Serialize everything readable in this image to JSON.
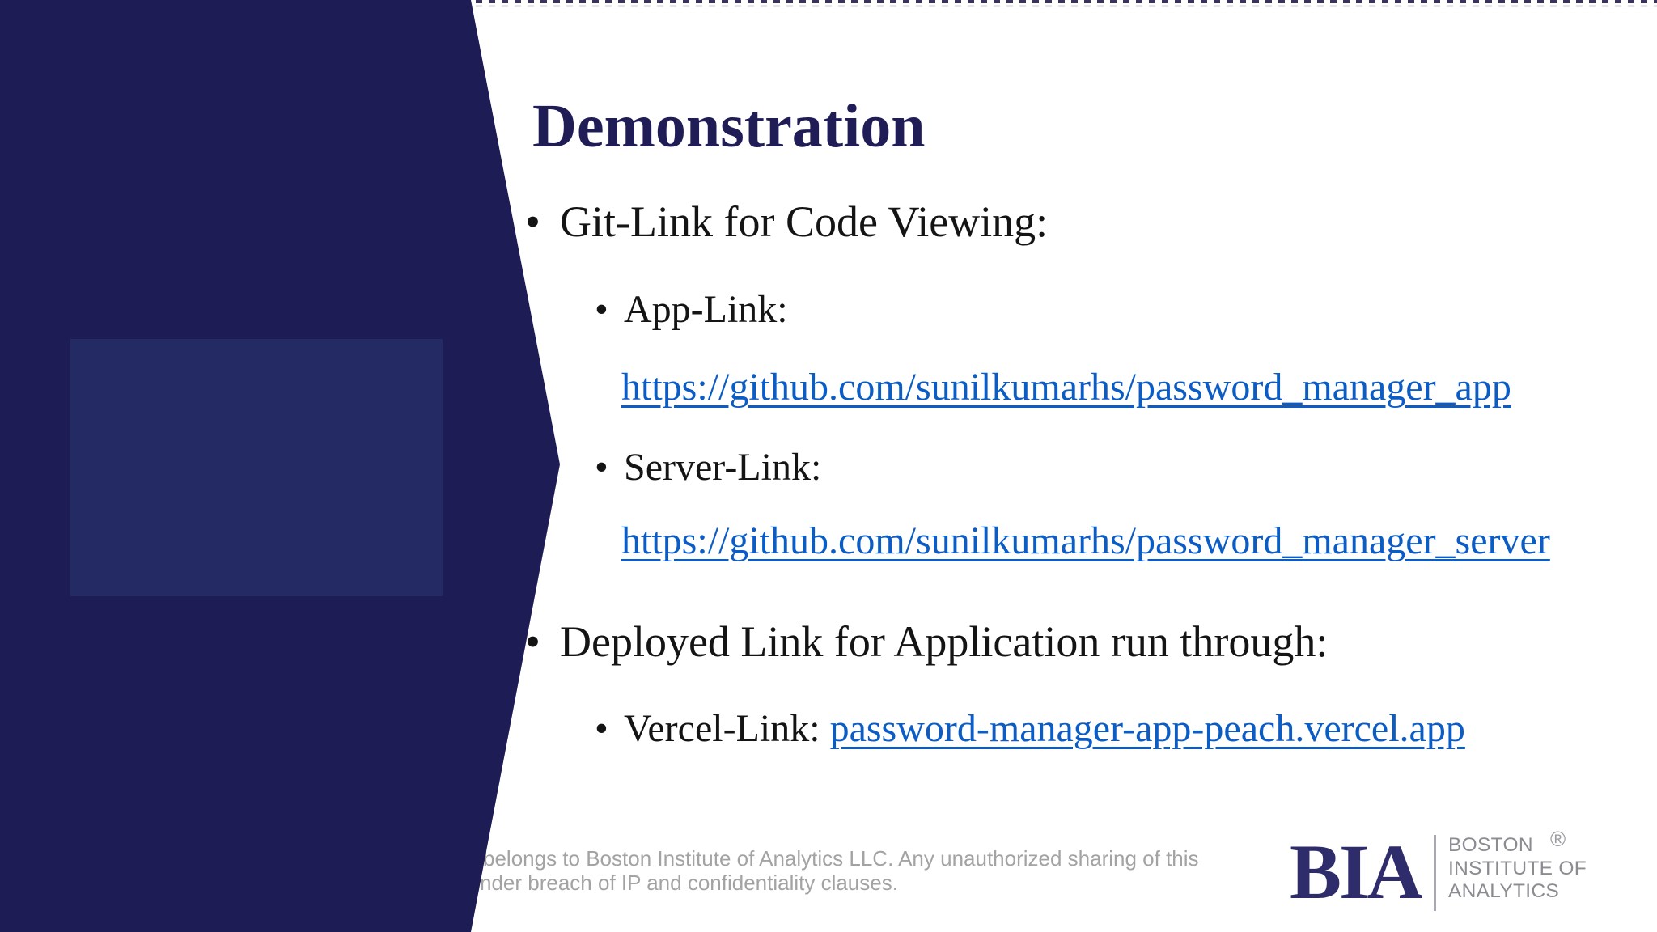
{
  "slide": {
    "title": "Demonstration",
    "bullet_glyph": "•",
    "items": [
      {
        "text": "Git-Link for Code Viewing:"
      },
      {
        "text": "App-Link:"
      },
      {
        "link": "https://github.com/sunilkumarhs/password_manager_app"
      },
      {
        "text": "Server-Link:"
      },
      {
        "link": "https://github.com/sunilkumarhs/password_manager_server"
      },
      {
        "text": "Deployed Link for Application run through:"
      },
      {
        "text": "Vercel-Link: ",
        "link": "password-manager-app-peach.vercel.app"
      }
    ]
  },
  "footer": {
    "disclaimer_line1": "belongs to Boston Institute of Analytics LLC. Any unauthorized sharing of this",
    "disclaimer_line2": "nder breach of IP and confidentiality clauses."
  },
  "logo": {
    "acronym": "BIA",
    "org_line1": "BOSTON",
    "org_line2": "INSTITUTE OF",
    "org_line3": "ANALYTICS",
    "registered_mark": "®"
  },
  "colors": {
    "accent_navy": "#1e1c55",
    "inner_panel_navy": "#232a64",
    "title_navy": "#1f1c56",
    "body_text": "#141414",
    "link_blue": "#0b5cc4",
    "footer_gray": "#a3a3a3",
    "logo_navy": "#2e2c6a",
    "logo_gray": "#8b8b92"
  }
}
